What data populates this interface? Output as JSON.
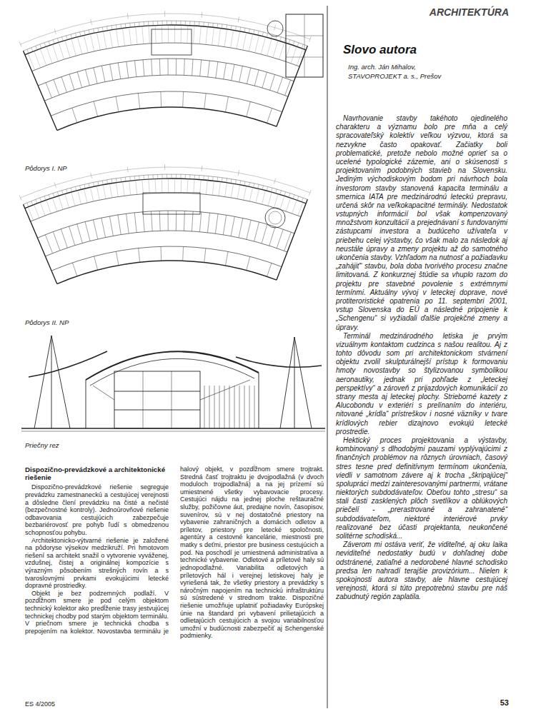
{
  "diagram": {
    "title": "Slovo autora",
    "labels": [
      "ARCHITEKTÚRA",
      "Pôdorys I. NP",
      "Pôdorys II. NP",
      "Priečny rez",
      "Ing. arch. Ján Mihalov,",
      "STAVOPROJEKT a. s., Prešov",
      "Navrhovanie stavby takéhoto ojedinelého charakteru a významu bolo pre mňa a celý spracovateľský kolektív veľkou výzvou, ktorá sa nezvykne často opakovať. Začiatky boli problematické, pretože nebolo možné oprieť sa o ucelené typologické zázemie, ani o skúsenosti s projektovaním podobných stavieb na Slovensku. Jediným východiskovým bodom pri návrhoch bola investorom stavby stanovená kapacita terminálu a smernica IATA pre medzinárodnú leteckú prepravu, určená skôr na veľkokapacitné terminály. Nedostatok vstupných informácií bol však kompenzovaný množstvom konzultácií a prejednávaní s fundovanými zástupcami investora a budúceho užívateľa v priebehu celej výstavby, čo však malo za následok aj neustále úpravy a zmeny projektu až do samotného ukončenia stavby. Vzhľadom na nutnosť a požiadavku „zahájiť“ stavbu, bola doba tvorivého procesu značne limitovaná. Z konkurznej štúdie sa vhuplo razom do projektu pre stavebné povolenie s extrémnymi termínmi. Aktuálny vývoj v leteckej doprave, nové protiteroristické opatrenia po 11. septembri 2001, vstup Slovenska do EÚ a následné pripojenie k „Schengenu“ si vyžiadali ďalšie projekčné zmeny a úpravy.",
      "Terminál medzinárodného letiska je prvým vizuálnym kontaktom cudzinca s našou realitou. Aj z tohto dôvodu som pri architektonickom stvárnení objektu zvolil skulpturálnejší prístup k formovaniu hmoty novostavby so štylizovanou symbolikou aeronautiky, jednak pri pohľade z „leteckej perspektívy“ a zároveň z prijazdových komunikácií zo strany mesta aj leteckej plochy. Strieborné kazety z Alucobondu v exteriéri s prelínaním do interiéru, nitované „krídla“ prístreškov i nosné väzníky v tvare krídlových rebier dizajnovo evokujú letecké prostredie.",
      "Hektický proces projektovania a výstavby, kombinovaný s dlhodobými pauzami vyplývajúcimi z finančných problémov na rôznych úrovniach, časový stres tesne pred definitívnym termínom ukončenia, viedli v samotnom závere aj k trocha „škripajúcej“ spolupráci medzi zainteresovanými partnermi, vrátane niektorých subdodávateľov. Obeťou tohto „stresu“ sa stali časti zasklených plôch svetlíkov a oblúkových priečelí - „prerastrované a zahranatené“ subdodávateľom, niektoré interiérové prvky realizované bez účasti projektanta, neukončené solitérne schodiská...",
      "Záverom mi ostáva veriť, že viditeľné, aj oku laika neviditeľné nedostatky budú v dohľadnej dobe odstránené, zatiaľné a nedorobené hlavné schodisko predsa len nahradí terajšie provizórium... Nielen k spokojnosti autora stavby, ale hlavne cestujúcej verejnosti, ktorá si túto prepotrebnú stavbu pre náš zabudnutý región zaplatila.",
      "Dispozično-prevádzkové a architektonické riešenie",
      "Dispozično-prevádzkové riešenie segreguje prevádzku zamestnaneckú a cestujúcej verejnosti a dôsledne člení prevádzku na čisté a nečisté (bezpečnostné kontroly). Jednoúrovňové riešenie odbavovania cestujúcich zabezpečuje bezbariérovosť pre pohyb ľudí s obmedzenou schopnosťou pohybu.",
      "Architektonicko-výtvarné riešenie je založené na pôdoryse výsekov medzikruží. Pri hmotovom riešení sa architekt snažil o vytvorenie vyváženej, vzdušnej, čistej a originálnej kompozície s výrazným pôsobením strešných rovín a s tvaroslovnými prvkami evokujúcimi letecké dopravné prostriedky.",
      "Objekt je bez podzemných podlaží. V pozdĺžnom smere je pod celým objektom technický kolektor ako predĺženie trasy jestvujúcej technickej chodby pod starým objektom terminálu. V priečnom smere je technická chodba s prepojením na kolektor. Novostavba terminálu je halový objekt, v pozdĺžnom smere trojtrakt. Stredná časť trojtraktu je dvojpodlažná (v dvoch moduloch trojpodlažná) a na jej prízemí sú umiestnené všetky vybavovacie procesy. Cestujúci nájdu na jednej ploche reštauračné služby, požičovne áut, predajne novín, časopisov, suvenírov, sú v nej dostatočné priestory na vybavenie zahraničných a domácich odletov a príletov, priestory pre letecké spoločnosti, agentúry a cestovné kancelárie, miestnosti pre matky s deťmi, priestor pre business cestujúcich a pod. Na poschodí je umiestnená administratíva a technické vybavenie. Odletové a príletové haly sú jednopodlažné. Variabilita odletových a príletových hál i verejnej letiskovej haly je vyriešená tak, že všetky priestory a prevádzky s náročným napojením na technickú infraštruktúru sú sústredené v strednom trakte. Dispozičné riešenie umožňuje uplatniť požiadavky Európskej únie na štandard pri vybavení prilietajúcich a odlietajúcich cestujúcich a svojou variabilnosťou umožní v budúcnosti zabezpečiť aj Schengenské podmienky.",
      "ES 4/2005",
      "53"
    ]
  }
}
